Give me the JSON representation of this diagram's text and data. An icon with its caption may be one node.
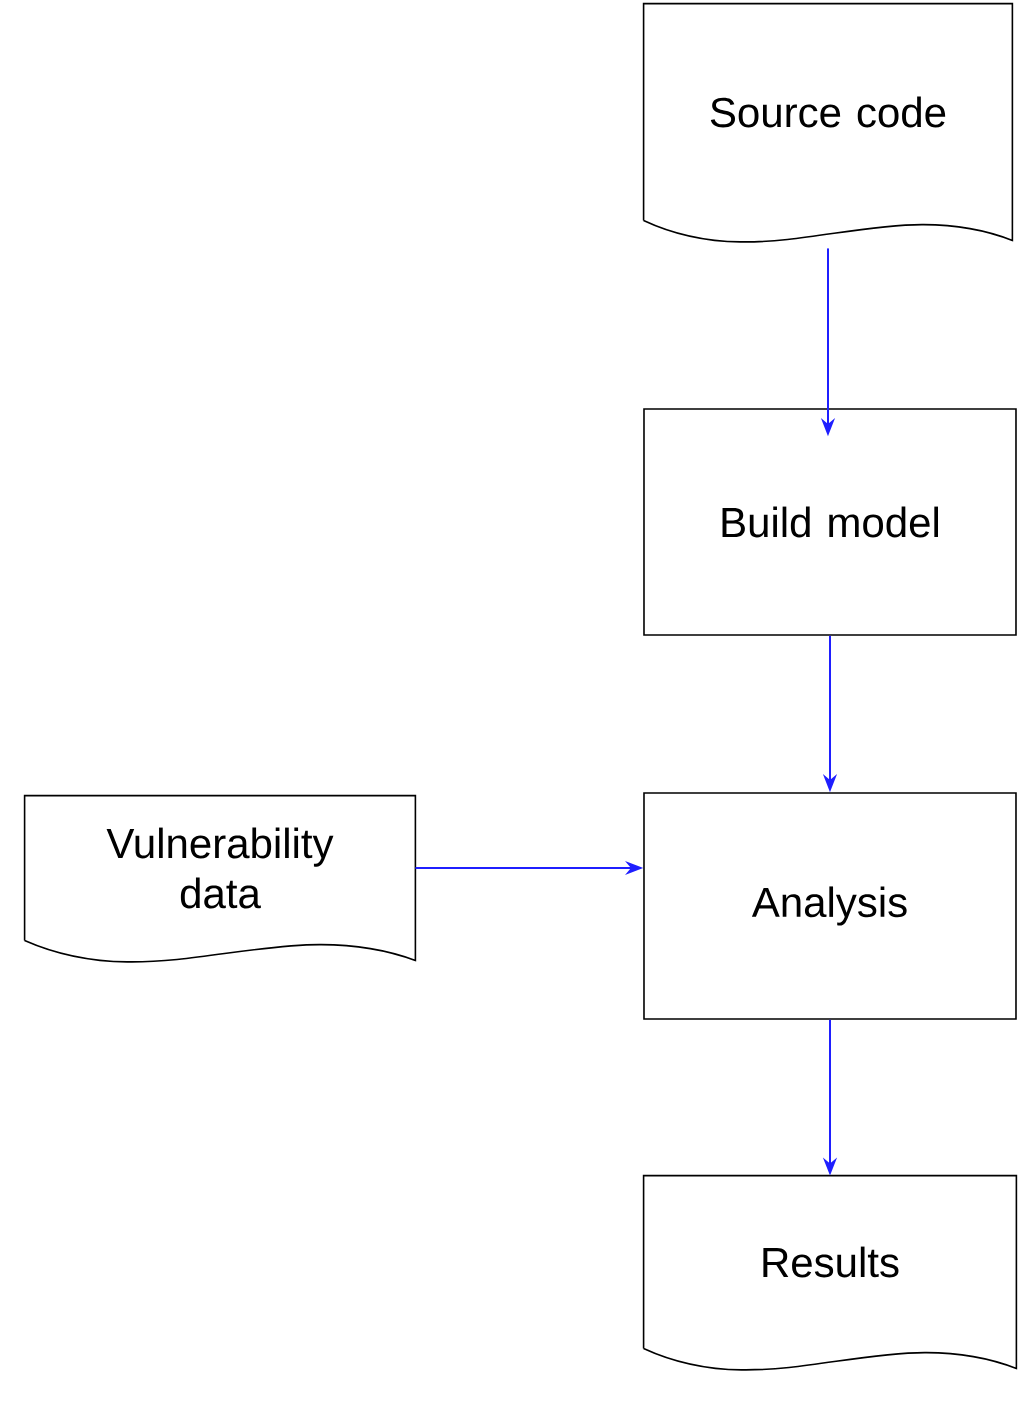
{
  "diagram": {
    "nodes": [
      {
        "text": [
          "Source code"
        ]
      },
      {
        "text": [
          "Build model"
        ]
      },
      {
        "text": [
          "Vulnerability data"
        ]
      },
      {
        "text": [
          "Analysis"
        ]
      },
      {
        "text": [
          "Results"
        ]
      }
    ],
    "edges": [
      {
        "from": 0,
        "to": 1,
        "arrow": "to"
      },
      {
        "from": 1,
        "to": 3,
        "arrow": "to"
      },
      {
        "from": 2,
        "to": 3,
        "arrow": "to"
      },
      {
        "from": 3,
        "to": 4,
        "arrow": "to"
      }
    ]
  }
}
